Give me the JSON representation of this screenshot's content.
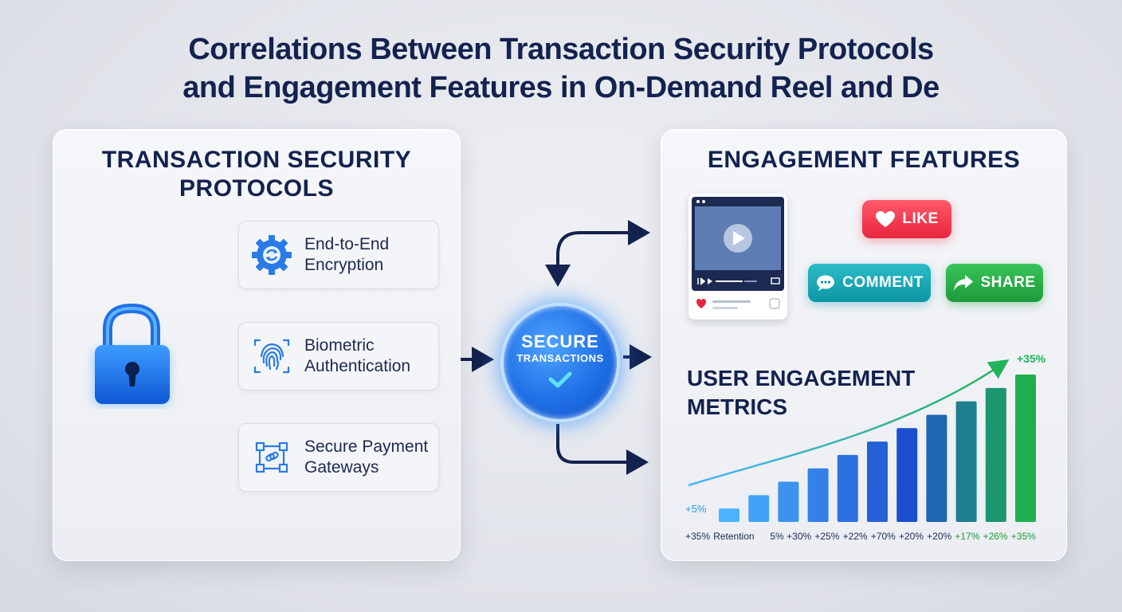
{
  "title": {
    "line1": "Correlations Between Transaction Security Protocols",
    "line2": "and Engagement Features in On-Demand Reel and De"
  },
  "left_panel": {
    "heading_line1": "TRANSACTION SECURITY",
    "heading_line2": "PROTOCOLS",
    "protocols": [
      {
        "line1": "End-to-End",
        "line2": "Encryption",
        "icon": "gear-sync-icon"
      },
      {
        "line1": "Biometric",
        "line2": "Authentication",
        "icon": "fingerprint-icon"
      },
      {
        "line1": "Secure Payment",
        "line2": "Gateways",
        "icon": "network-link-icon"
      }
    ]
  },
  "center": {
    "line1": "SECURE",
    "line2": "TRANSACTIONS"
  },
  "right_panel": {
    "heading": "ENGAGEMENT FEATURES",
    "badges": {
      "like": "LIKE",
      "comment": "COMMENT",
      "share": "SHARE"
    },
    "metrics_heading_line1": "USER ENGAGEMENT",
    "metrics_heading_line2": "METRICS"
  },
  "colors": {
    "navy": "#13224f",
    "like": "#e8253d",
    "comment": "#0d95a6",
    "share": "#1d9a3a",
    "accent_blue": "#1f6fe6"
  },
  "chart_data": {
    "type": "bar",
    "values": [
      1,
      2,
      3,
      4,
      5,
      6,
      7,
      8,
      9,
      10,
      11
    ],
    "first_label": "+5%",
    "peak_label": "+35%",
    "tick_labels": [
      "+35%",
      "Retention",
      "5%",
      "+30%",
      "+25%",
      "+22%",
      "+70%",
      "+20%",
      "+20%",
      "+17%",
      "+26%",
      "+35%"
    ],
    "ylim": [
      0,
      12
    ]
  }
}
